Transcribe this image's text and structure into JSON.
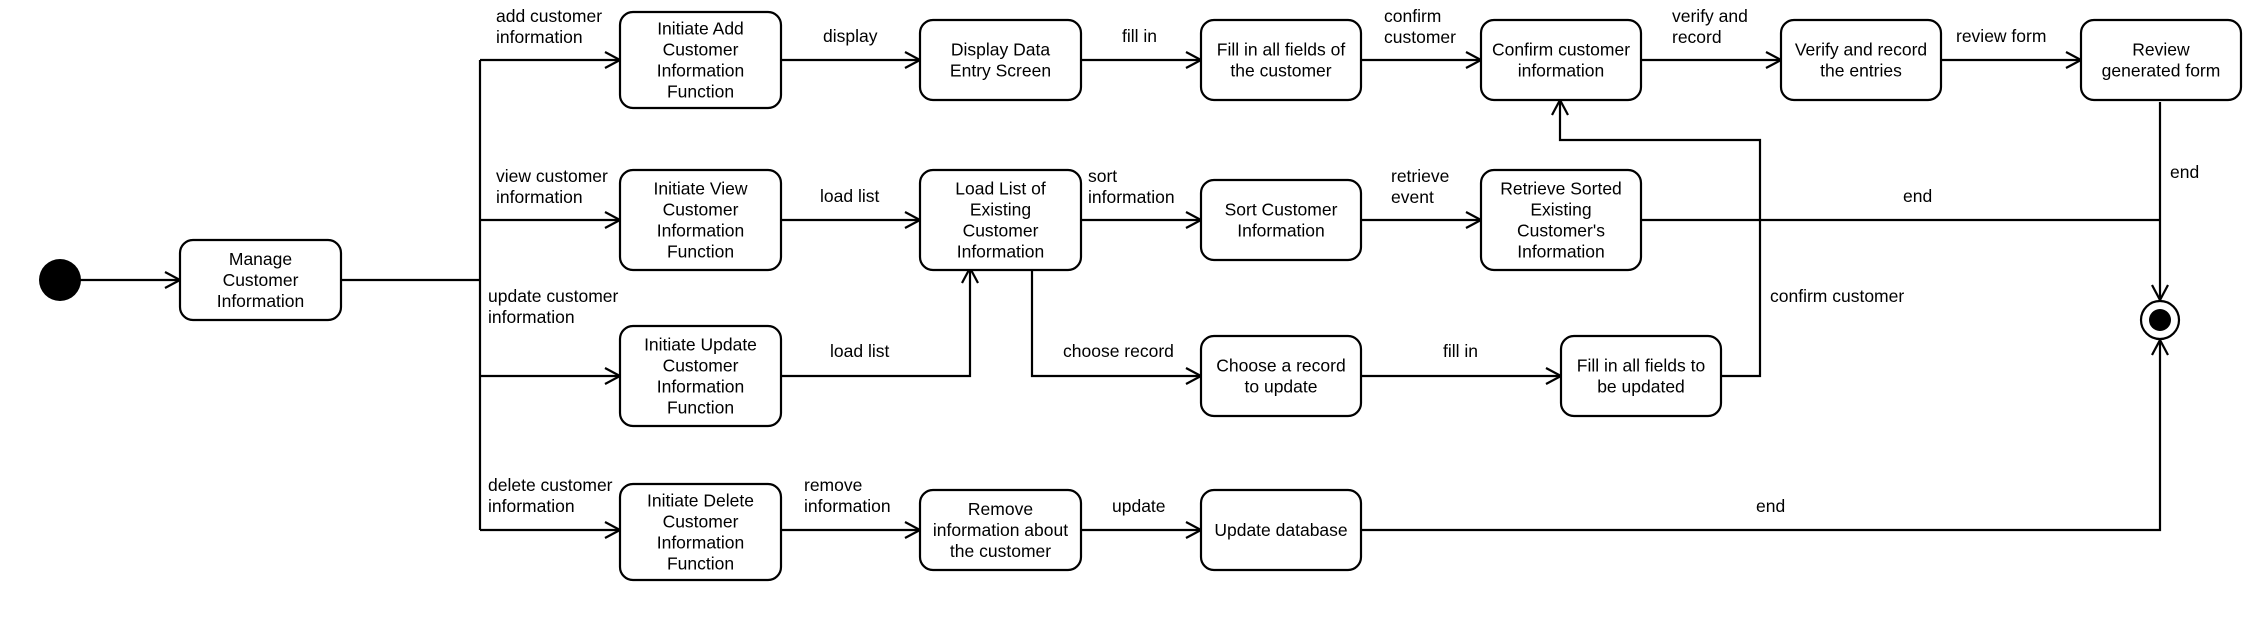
{
  "nodes": {
    "manage": "Manage Customer Information",
    "init_add": "Initiate Add Customer Information Function",
    "display_screen": "Display Data Entry Screen",
    "fill_all": "Fill in all fields of the customer",
    "confirm_info": "Confirm customer information",
    "verify_record": "Verify and record the entries",
    "review_form": "Review generated form",
    "init_view": "Initiate View Customer Information Function",
    "load_list": "Load List of Existing Customer Information",
    "sort_info": "Sort Customer Information",
    "retrieve_sorted": "Retrieve Sorted Existing Customer's Information",
    "init_update": "Initiate Update Customer Information Function",
    "choose_record": "Choose a record to update",
    "fill_update": "Fill in all fields to be updated",
    "init_delete": "Initiate Delete Customer Information Function",
    "remove_info": "Remove information about the customer",
    "update_db": "Update database"
  },
  "edge_labels": {
    "add_customer_info": "add customer information",
    "view_customer_info": "view customer information",
    "update_customer_info": "update customer information",
    "delete_customer_info": "delete customer information",
    "display": "display",
    "fill_in_1": "fill in",
    "confirm_customer_1": "confirm customer",
    "verify_and_record": "verify and record",
    "review_form": "review form",
    "end_review": "end",
    "load_list_view": "load list",
    "load_list_update": "load list",
    "sort_information": "sort information",
    "retrieve_event": "retrieve event",
    "end_retrieve": "end",
    "choose_record": "choose record",
    "fill_in_2": "fill in",
    "confirm_customer_2": "confirm customer",
    "remove_information": "remove information",
    "update": "update",
    "end_update_db": "end"
  }
}
